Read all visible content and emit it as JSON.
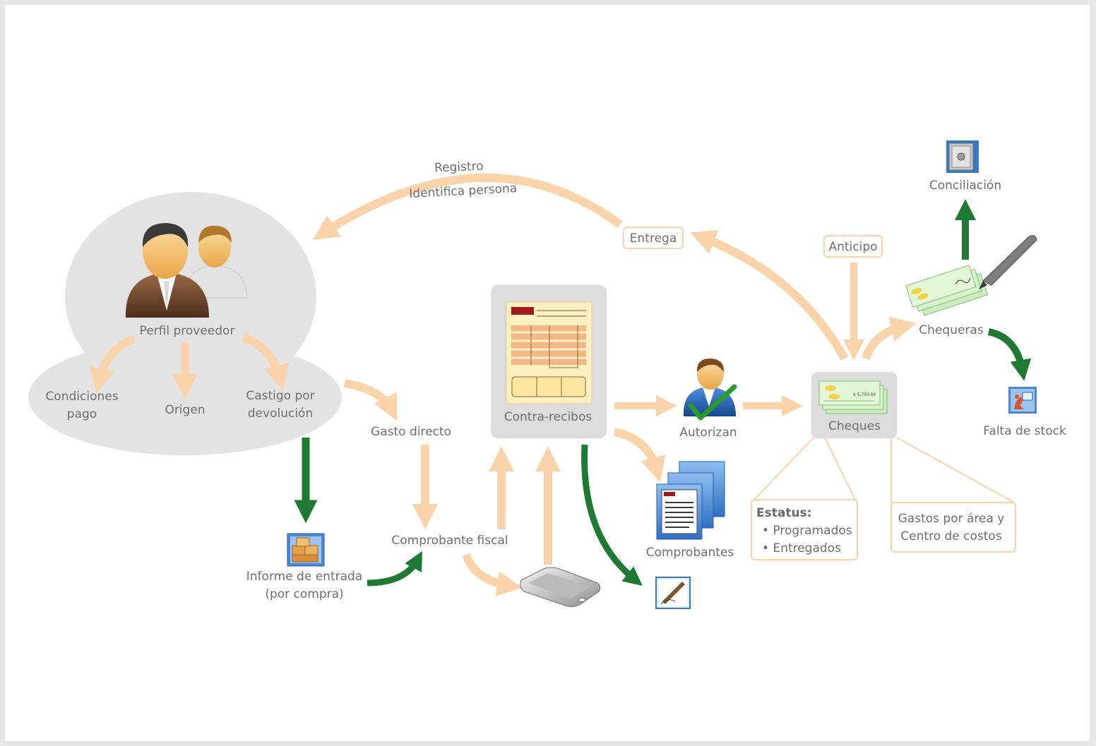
{
  "diagram": {
    "profile": {
      "title": "Perfil proveedor",
      "attributes": [
        {
          "line1": "Condiciones",
          "line2": "pago"
        },
        {
          "line1": "Origen",
          "line2": ""
        },
        {
          "line1": "Castigo por",
          "line2": "devolución"
        }
      ]
    },
    "top_arc": {
      "line1": "Registro",
      "line2": "Identifica persona"
    },
    "entrega": "Entrega",
    "anticipo": "Anticipo",
    "gasto_directo": "Gasto directo",
    "comprobante_fiscal": "Comprobante fiscal",
    "contra_recibos": "Contra-recibos",
    "autorizan": "Autorizan",
    "comprobantes": "Comprobantes",
    "cheques": "Cheques",
    "chequeras": "Chequeras",
    "conciliacion": "Conciliación",
    "falta_stock": "Falta de stock",
    "informe": {
      "line1": "Informe de entrada",
      "line2": "(por compra)"
    },
    "estatus": {
      "title": "Estatus:",
      "items": [
        "• Programados",
        "• Entregados"
      ]
    },
    "gastos": {
      "line1": "Gastos por área y",
      "line2": "Centro de costos"
    },
    "check_amount": "$ 5,750.00"
  },
  "colors": {
    "peach": "#fbd3aa",
    "green": "#1e7a32",
    "cloud": "#e3e3e3",
    "panel": "#dcdcdc",
    "label": "#6e6e6e"
  }
}
